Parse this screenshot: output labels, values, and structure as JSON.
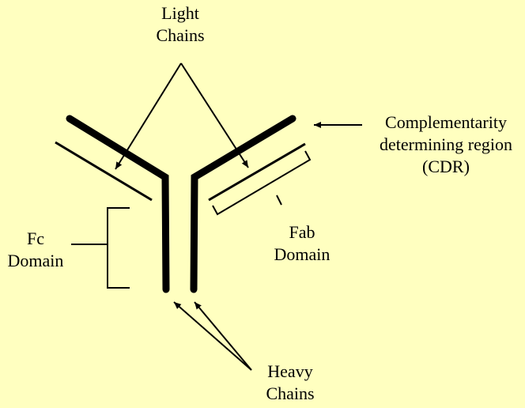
{
  "colors": {
    "background": "#ffffc0",
    "ink": "#000000"
  },
  "labels": {
    "light_chains": [
      "Light",
      "Chains"
    ],
    "cdr": [
      "Complementarity",
      "determining region",
      "(CDR)"
    ],
    "fc_domain": [
      "Fc",
      "Domain"
    ],
    "fab_domain": [
      "Fab",
      "Domain"
    ],
    "heavy_chains": [
      "Heavy",
      "Chains"
    ]
  }
}
